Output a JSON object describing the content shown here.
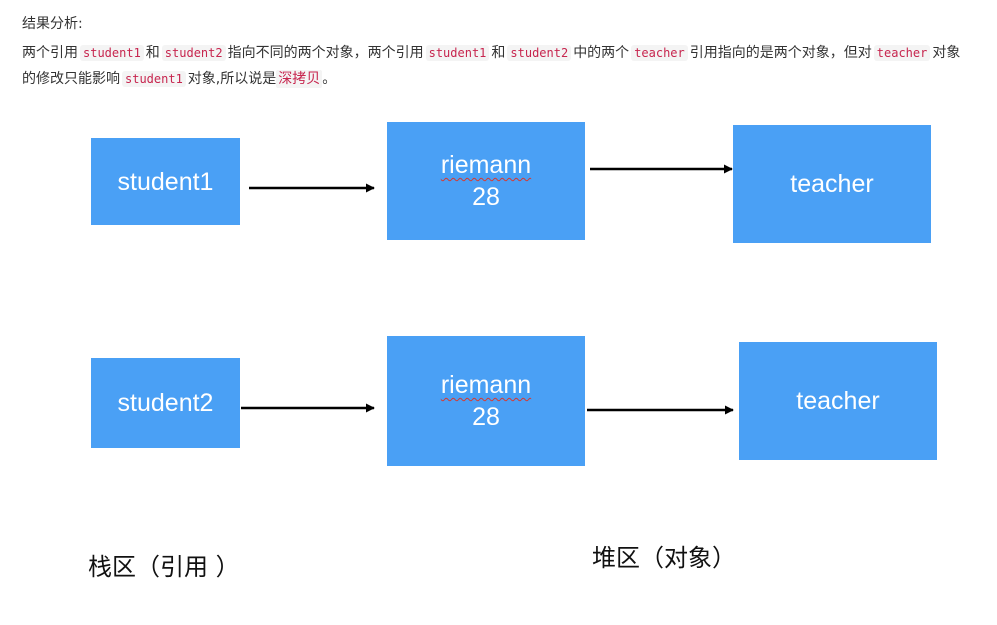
{
  "heading": "结果分析:",
  "paragraph": {
    "t1": "两个引用",
    "c1": "student1",
    "t2": "和",
    "c2": "student2",
    "t3": "指向不同的两个对象，两个引用",
    "c3": "student1",
    "t4": "和",
    "c4": "student2",
    "t5": "中的两个",
    "c5": "teacher",
    "t6": "引用指向的是两个对象，但对",
    "c6": "teacher",
    "t7": "对象的修改只能影响",
    "c7": "student1",
    "t8": "对象,所以说是",
    "e1": "深拷贝",
    "t9": "。"
  },
  "diagram": {
    "row1": {
      "ref": "student1",
      "obj_name": "riemann",
      "obj_age": "28",
      "teacher": "teacher"
    },
    "row2": {
      "ref": "student2",
      "obj_name": "riemann",
      "obj_age": "28",
      "teacher": "teacher"
    },
    "caption_stack": "栈区（引用 ）",
    "caption_heap": "堆区（对象）",
    "colors": {
      "box": "#4aa0f5",
      "arrow": "#000000"
    }
  }
}
